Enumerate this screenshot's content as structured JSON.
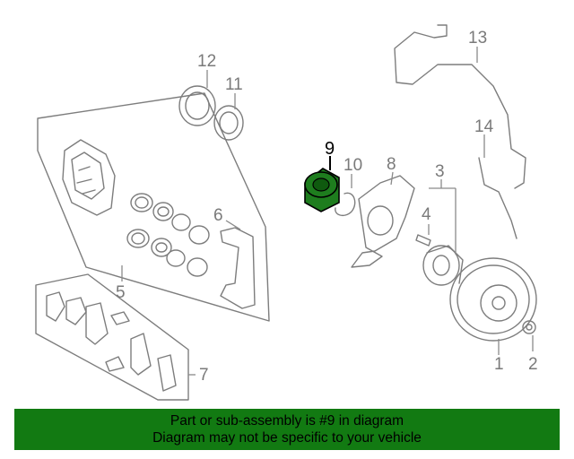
{
  "diagram": {
    "labels": {
      "1": "1",
      "2": "2",
      "3": "3",
      "4": "4",
      "5": "5",
      "6": "6",
      "7": "7",
      "8": "8",
      "9": "9",
      "10": "10",
      "11": "11",
      "12": "12",
      "13": "13",
      "14": "14"
    },
    "highlighted_part": "9",
    "colors": {
      "highlight": "#1e7d1e",
      "line_art": "#7d7d7d"
    }
  },
  "banner": {
    "line1": "Part or sub-assembly is #9 in diagram",
    "line2": "Diagram may not be specific to your vehicle",
    "background": "#127a12"
  }
}
